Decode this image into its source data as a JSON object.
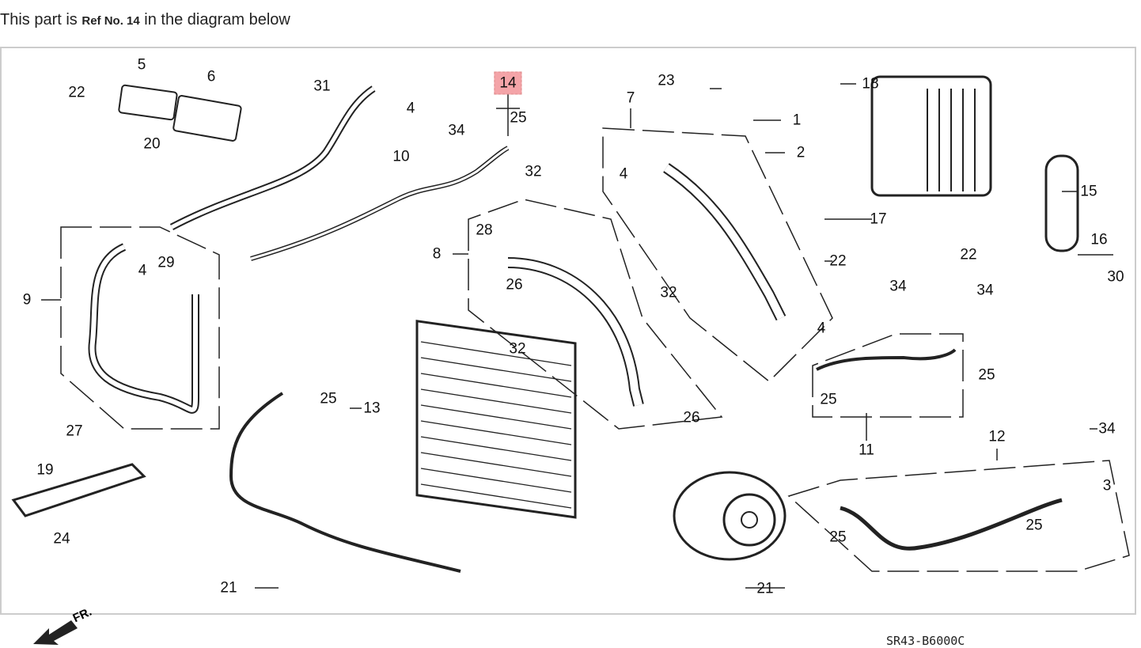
{
  "intro": {
    "prefix": "This part is",
    "ref": "Ref No. 14",
    "suffix": "in the diagram below"
  },
  "diagram": {
    "highlighted_ref": "14",
    "highlight_color": "#f4a4a8",
    "code": "SR43-B6000C",
    "direction_label": "FR.",
    "labels": [
      "22",
      "5",
      "6",
      "20",
      "31",
      "4",
      "10",
      "14",
      "25",
      "34",
      "32",
      "4",
      "7",
      "23",
      "1",
      "2",
      "18",
      "15",
      "17",
      "22",
      "16",
      "22",
      "30",
      "34",
      "34",
      "32",
      "4",
      "25",
      "25",
      "11",
      "12",
      "34",
      "3",
      "25",
      "25",
      "21",
      "28",
      "8",
      "26",
      "32",
      "26",
      "9",
      "4",
      "29",
      "27",
      "19",
      "24",
      "25",
      "13",
      "21"
    ]
  }
}
